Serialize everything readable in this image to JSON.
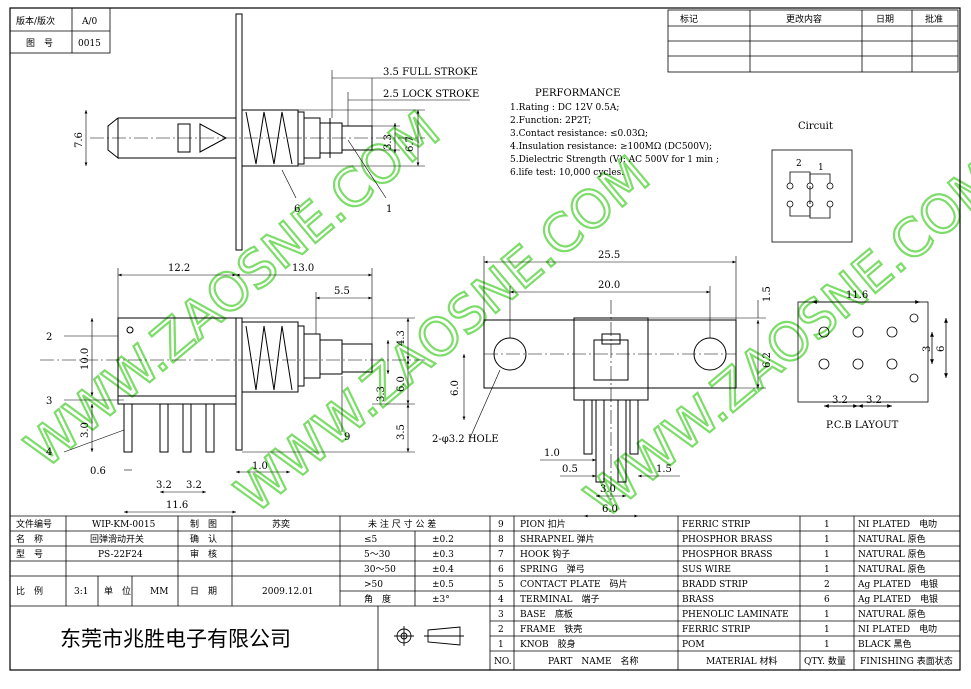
{
  "header": {
    "version_label": "版本/版次",
    "version_value": "A/0",
    "drawing_no_label": "图　号",
    "drawing_no_value": "0015"
  },
  "revision_table": {
    "headers": [
      "标记",
      "更改内容",
      "日期",
      "批准"
    ]
  },
  "dims": {
    "full_stroke": "3.5 FULL STROKE",
    "lock_stroke": "2.5 LOCK STROKE",
    "d_7_6": "7.6",
    "d_3_3_top": "3.3",
    "d_6_7": "6.7",
    "d_12_2": "12.2",
    "d_13_0": "13.0",
    "d_5_5": "5.5",
    "d_10_0": "10.0",
    "d_4_3": "4.3",
    "d_3_3_side": "3.3",
    "d_6_0_side": "6.0",
    "d_3_5": "3.5",
    "d_3_0_left": "3.0",
    "d_0_6": "0.6",
    "d_3_2_a": "3.2",
    "d_3_2_b": "3.2",
    "d_11_6_bottom": "11.6",
    "d_1_0_left": "1.0",
    "d_25_5": "25.5",
    "d_20_0": "20.0",
    "d_1_5_top": "1.5",
    "d_6_0_front": "6.0",
    "d_6_2": "6.2",
    "hole_note": "2-φ3.2 HOLE",
    "d_1_0_front": "1.0",
    "d_0_5": "0.5",
    "d_3_0_front": "3.0",
    "d_6_0_bottom": "6.0",
    "d_1_5_front": "1.5",
    "d_11_6_pcb": "11.6",
    "d_3_pcb": "3",
    "d_6_pcb": "6",
    "d_3_2_pcb_a": "3.2",
    "d_3_2_pcb_b": "3.2",
    "pcb_layout": "P.C.B LAYOUT"
  },
  "balloons": [
    "1",
    "2",
    "3",
    "4",
    "6",
    "9"
  ],
  "performance": {
    "title": "PERFORMANCE",
    "lines": [
      "1.Rating : DC 12V 0.5A;",
      "2.Function: 2P2T;",
      "3.Contact resistance: ≤0.03Ω;",
      "4.Insulation resistance: ≥100MΩ (DC500V);",
      "5.Dielectric Strength (V): AC 500V for 1 min ;",
      "6.life test: 10,000 cycles."
    ]
  },
  "circuit": {
    "title": "Circuit",
    "label_left": "2",
    "label_right": "1"
  },
  "watermark": "WWW.ZAOSNE.COM",
  "title_block": {
    "file_no_label": "文件编号",
    "file_no_value": "WIP-KM-0015",
    "drawn_label": "制　图",
    "drawn_value": "苏奕",
    "name_label": "名　称",
    "name_value": "回弹滑动开关",
    "confirm_label": "确　认",
    "model_label": "型　号",
    "model_value": "PS-22F24",
    "review_label": "审　核",
    "scale_label": "比　例",
    "scale_value": "3:1",
    "unit_label": "单　位",
    "unit_value": "MM",
    "date_label": "日　期",
    "date_value": "2009.12.01",
    "company": "东莞市兆胜电子有限公司"
  },
  "tolerance": {
    "title": "未 注 尺 寸 公 差",
    "rows": [
      {
        "range": "≤5",
        "tol": "±0.2"
      },
      {
        "range": "5～30",
        "tol": "±0.3"
      },
      {
        "range": "30～50",
        "tol": "±0.4"
      },
      {
        "range": ">50",
        "tol": "±0.5"
      },
      {
        "range": "角　度",
        "tol": "±3°"
      }
    ]
  },
  "bom": {
    "headers": {
      "no": "NO.",
      "name": "PART　NAME　名称",
      "material": "MATERIAL 材料",
      "qty": "QTY. 数量",
      "finish": "FINISHING 表面状态"
    },
    "rows": [
      {
        "no": "9",
        "name": "PION 扣片",
        "material": "FERRIC STRIP",
        "qty": "1",
        "finish": "NI PLATED　电叻"
      },
      {
        "no": "8",
        "name": "SHRAPNEL 弹片",
        "material": "PHOSPHOR BRASS",
        "qty": "1",
        "finish": "NATURAL 原色"
      },
      {
        "no": "7",
        "name": "HOOK 钩子",
        "material": "PHOSPHOR BRASS",
        "qty": "1",
        "finish": "NATURAL 原色"
      },
      {
        "no": "6",
        "name": "SPRING　弹弓",
        "material": "SUS WIRE",
        "qty": "1",
        "finish": "NATURAL 原色"
      },
      {
        "no": "5",
        "name": "CONTACT PLATE　码片",
        "material": "BRADD STRIP",
        "qty": "2",
        "finish": "Ag PLATED　电银"
      },
      {
        "no": "4",
        "name": "TERMINAL　端子",
        "material": "BRASS",
        "qty": "6",
        "finish": "Ag PLATED　电银"
      },
      {
        "no": "3",
        "name": "BASE　底板",
        "material": "PHENOLIC LAMINATE",
        "qty": "1",
        "finish": "NATURAL 原色"
      },
      {
        "no": "2",
        "name": "FRAME　铁壳",
        "material": "FERRIC STRIP",
        "qty": "1",
        "finish": "NI PLATED　电叻"
      },
      {
        "no": "1",
        "name": "KNOB　胶身",
        "material": "POM",
        "qty": "1",
        "finish": "BLACK 黑色"
      }
    ]
  }
}
